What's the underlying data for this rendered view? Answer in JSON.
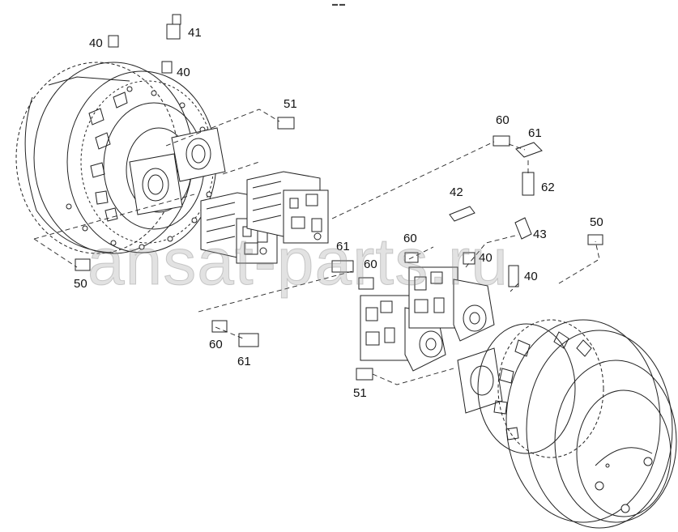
{
  "watermark": "ansat-parts.ru",
  "top_mark": "▬ ▬",
  "callouts": [
    {
      "id": "c40a",
      "text": "40"
    },
    {
      "id": "c41",
      "text": "41"
    },
    {
      "id": "c40b",
      "text": "40"
    },
    {
      "id": "c51a",
      "text": "51"
    },
    {
      "id": "c60a",
      "text": "60"
    },
    {
      "id": "c61a",
      "text": "61"
    },
    {
      "id": "c62",
      "text": "62"
    },
    {
      "id": "c42",
      "text": "42"
    },
    {
      "id": "c43",
      "text": "43"
    },
    {
      "id": "c50a",
      "text": "50"
    },
    {
      "id": "c60b",
      "text": "60"
    },
    {
      "id": "c61b",
      "text": "61"
    },
    {
      "id": "c40c",
      "text": "40"
    },
    {
      "id": "c60c",
      "text": "60"
    },
    {
      "id": "c40d",
      "text": "40"
    },
    {
      "id": "c50b",
      "text": "50"
    },
    {
      "id": "c60d",
      "text": "60"
    },
    {
      "id": "c61c",
      "text": "61"
    },
    {
      "id": "c51b",
      "text": "51"
    }
  ]
}
